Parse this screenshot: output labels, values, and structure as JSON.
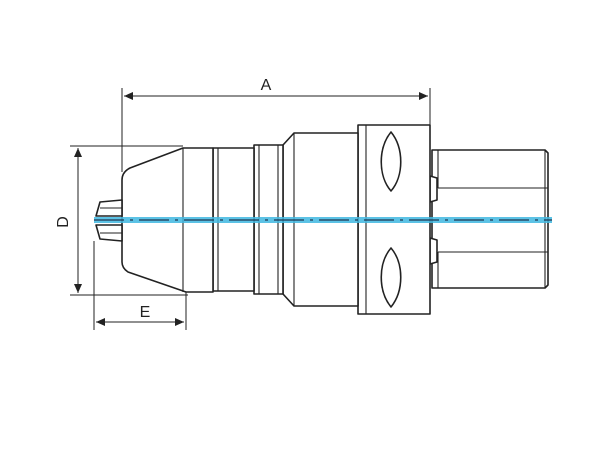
{
  "dimensions": {
    "overall_length_label": "A",
    "diameter_label": "D",
    "nose_length_label": "E"
  },
  "colors": {
    "centerline": "#3fb7e0",
    "outline": "#222222"
  }
}
